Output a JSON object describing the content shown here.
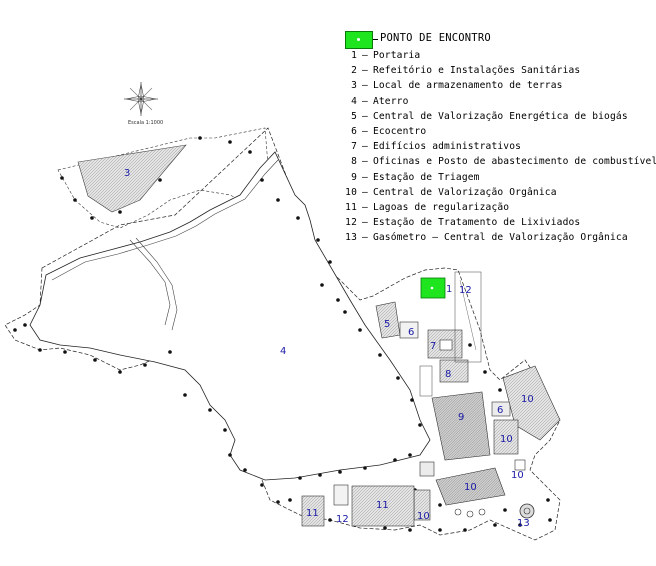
{
  "compass": {
    "scale_label": "Escala 1:1000",
    "north_label": "N"
  },
  "legend": {
    "title": "PONTO DE ENCONTRO",
    "items": [
      {
        "num": "1",
        "label": "Portaria"
      },
      {
        "num": "2",
        "label": "Refeitório e Instalações Sanitárias"
      },
      {
        "num": "3",
        "label": "Local de armazenamento de terras"
      },
      {
        "num": "4",
        "label": "Aterro"
      },
      {
        "num": "5",
        "label": "Central de Valorização Energética de biogás"
      },
      {
        "num": "6",
        "label": "Ecocentro"
      },
      {
        "num": "7",
        "label": "Edifícios administrativos"
      },
      {
        "num": "8",
        "label": "Oficinas e Posto de abastecimento de combustível"
      },
      {
        "num": "9",
        "label": "Estação de Triagem"
      },
      {
        "num": "10",
        "label": "Central de Valorização Orgânica"
      },
      {
        "num": "11",
        "label": "Lagoas de regularização"
      },
      {
        "num": "12",
        "label": "Estação de Tratamento de Lixiviados"
      },
      {
        "num": "13",
        "label": "Gasómetro — Central de Valorização Orgânica"
      }
    ]
  },
  "map_labels": {
    "l3": "3",
    "l4": "4",
    "l5": "5",
    "l6": "6",
    "l7": "7",
    "l8": "8",
    "l9": "9",
    "l10a": "10",
    "l10b": "10",
    "l10c": "10",
    "l10d": "10",
    "l10e": "10",
    "l11a": "11",
    "l11b": "11",
    "l12a": "12",
    "l12b": "12",
    "l1": "1",
    "l6b": "6",
    "l13": "13"
  },
  "colors": {
    "meeting_point": "#1ee51e",
    "label_blue": "#1a1aa6",
    "hatch_gray": "#d9d9d9"
  }
}
